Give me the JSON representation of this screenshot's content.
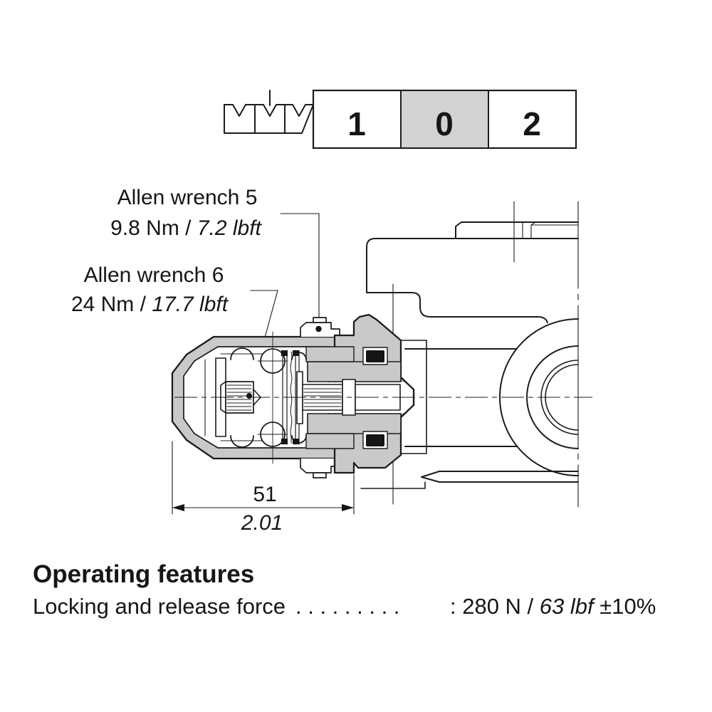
{
  "symbol": {
    "position_labels": [
      "1",
      "0",
      "2"
    ],
    "active_position": "0"
  },
  "annotations": {
    "wrench5_line1": "Allen wrench 5",
    "wrench5_torque_metric": "9.8 Nm / ",
    "wrench5_torque_imperial": "7.2 lbft",
    "wrench6_line1": "Allen wrench 6",
    "wrench6_torque_metric": "24 Nm / ",
    "wrench6_torque_imperial": "17.7 lbft"
  },
  "dimension": {
    "metric_mm": "51",
    "imperial_in": "2.01"
  },
  "operating_features": {
    "heading": "Operating features",
    "spec_label": "Locking and release force",
    "dots": ". . . . . . . . .",
    "spec_value_prefix": ": 280 N /",
    "spec_value_imperial": " 63 lbf",
    "spec_value_tolerance": " ±10%"
  },
  "colors": {
    "line": "#1c1c1c",
    "drawing_gray": "#c9c9c9",
    "active_cell_gray": "#d2d2d2",
    "background": "#ffffff"
  }
}
